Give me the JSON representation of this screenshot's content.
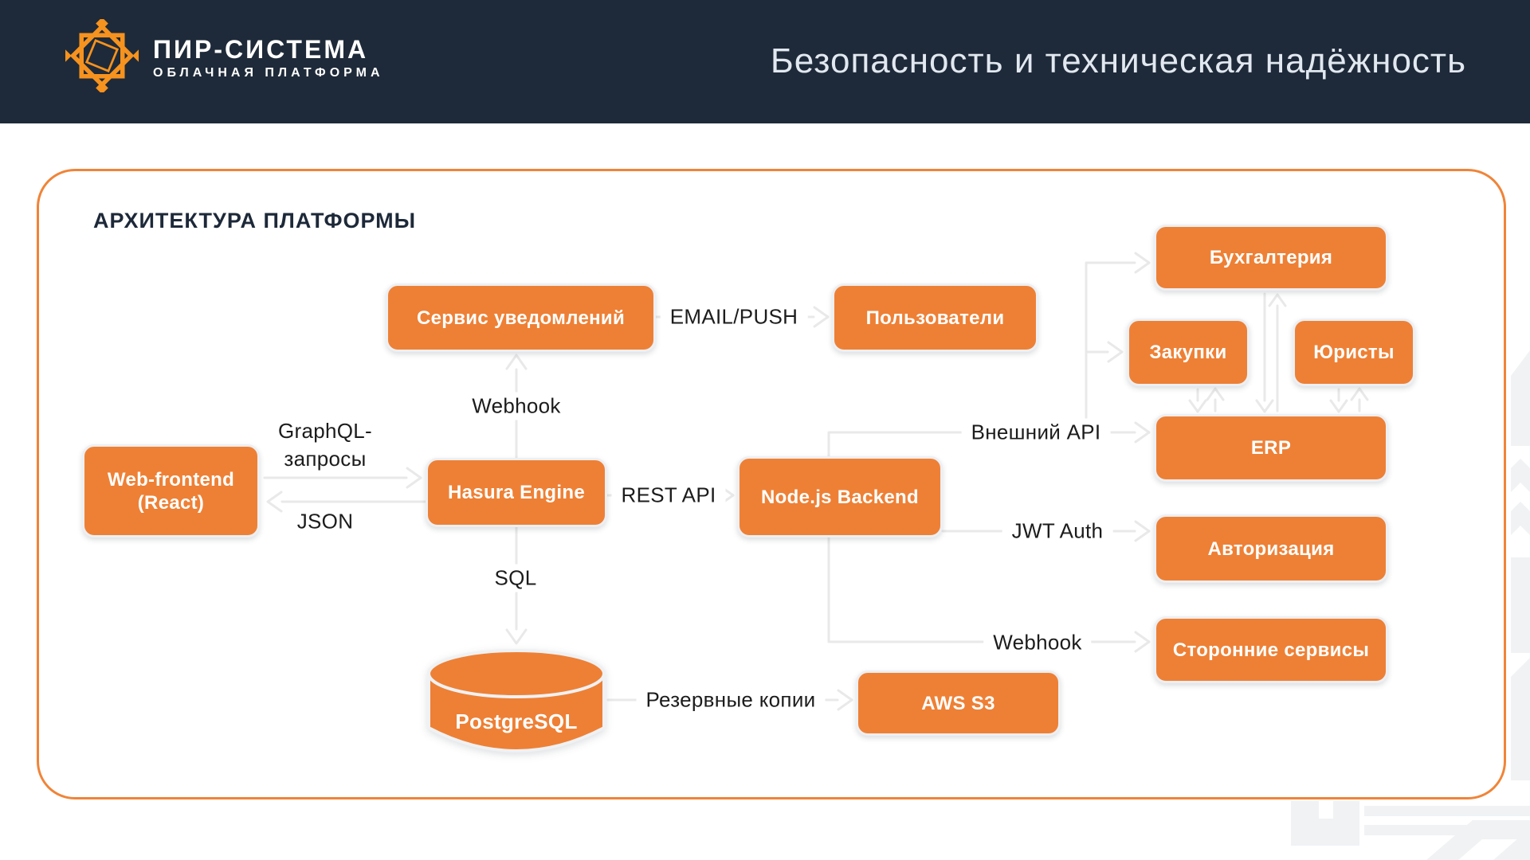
{
  "header": {
    "logo_title": "ПИР-СИСТЕМА",
    "logo_subtitle": "ОБЛАЧНАЯ ПЛАТФОРМА",
    "page_title": "Безопасность и техническая надёжность"
  },
  "diagram": {
    "heading": "АРХИТЕКТУРА ПЛАТФОРМЫ",
    "nodes": {
      "web_frontend": {
        "label_line1": "Web-frontend",
        "label_line2": "(React)"
      },
      "hasura": {
        "label": "Hasura Engine"
      },
      "notifications": {
        "label": "Сервис уведомлений"
      },
      "users": {
        "label": "Пользователи"
      },
      "accounting": {
        "label": "Бухгалтерия"
      },
      "procurement": {
        "label": "Закупки"
      },
      "lawyers": {
        "label": "Юристы"
      },
      "erp": {
        "label": "ERP"
      },
      "authorization": {
        "label": "Авторизация"
      },
      "third_party": {
        "label": "Сторонние сервисы"
      },
      "nodejs": {
        "label": "Node.js Backend"
      },
      "postgresql": {
        "label": "PostgreSQL"
      },
      "aws_s3": {
        "label": "AWS S3"
      }
    },
    "edge_labels": {
      "graphql_line1": "GraphQL-",
      "graphql_line2": "запросы",
      "json": "JSON",
      "webhook_top": "Webhook",
      "sql": "SQL",
      "rest_api": "REST API",
      "email_push": "EMAIL/PUSH",
      "external_api": "Внешний API",
      "jwt_auth": "JWT Auth",
      "webhook_bottom": "Webhook",
      "backups": "Резервные копии"
    },
    "colors": {
      "node_fill": "#EE8035",
      "card_border": "#F08438",
      "connector": "#E9E9E9",
      "header_bg": "#1E2A39",
      "heading_text": "#1D2939",
      "logo_orange": "#F6921E",
      "watermark": "#F0F2F4"
    }
  }
}
